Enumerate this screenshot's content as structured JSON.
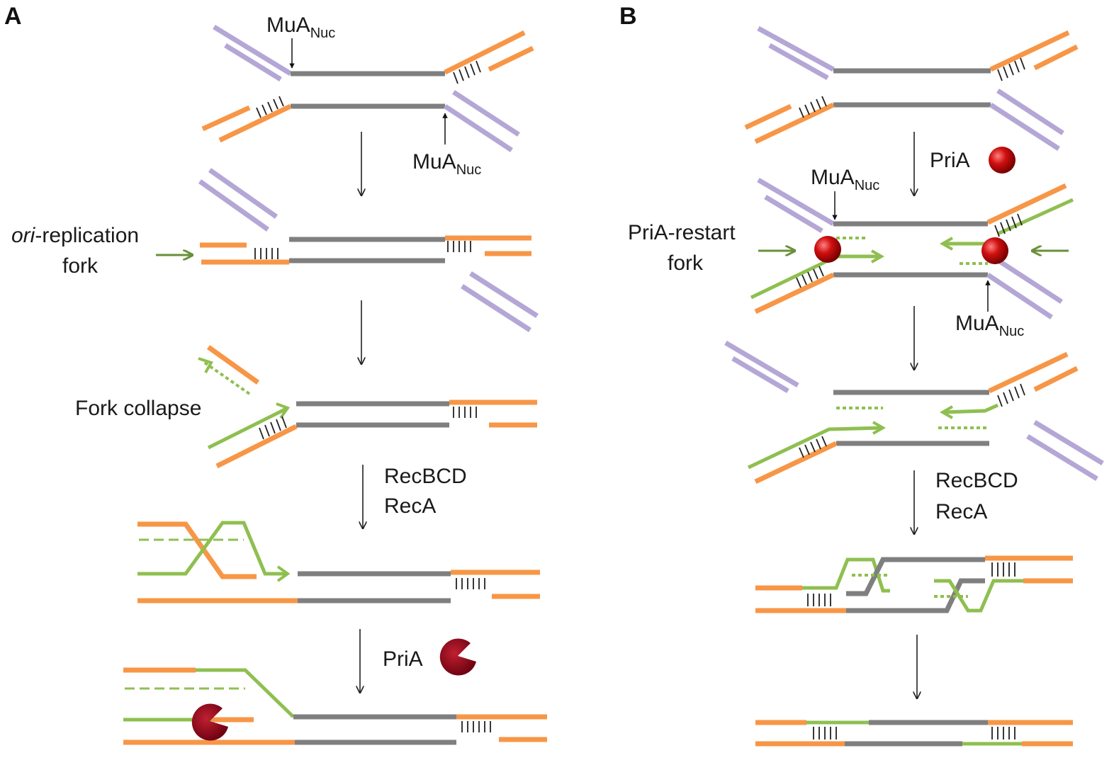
{
  "panels": {
    "a": "A",
    "b": "B"
  },
  "labels": {
    "mua": "MuA",
    "nuc": "Nuc",
    "ori_italic": "ori",
    "ori_rest": "-replication",
    "fork": "fork",
    "fork_collapse": "Fork collapse",
    "recbcd": "RecBCD",
    "reca": "RecA",
    "pria": "PriA",
    "pria_restart": "PriA-restart"
  },
  "colors": {
    "dna_parental": "#7f7f7f",
    "dna_flank": "#f79646",
    "dna_distal": "#b4a7d6",
    "dna_new": "#8fbf50",
    "pria_protein": "#c00000"
  }
}
